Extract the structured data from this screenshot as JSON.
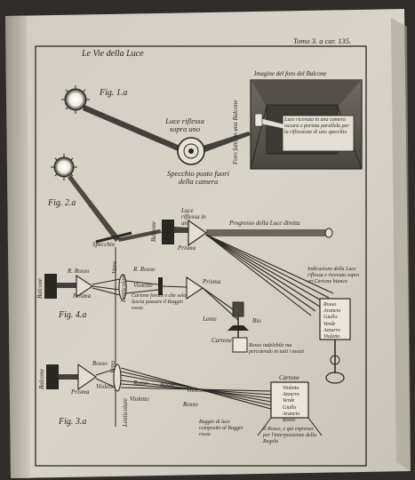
{
  "page": {
    "header_left": "Le Vie della Luce",
    "header_right": "Tomo 3. a car. 135."
  },
  "figures": {
    "fig1": {
      "label": "Fig. 1.a",
      "reflected_light": "Luce riflessa sopra uno",
      "mirror": "Specchio posto fuori della camera",
      "vertical_text": "Foro fatto in una Balcone",
      "inset_title": "Imagine del foro del Balcone",
      "inset_caption": "Luce ricevuta in una camera oscura e portata parallela per la riflessione di uno specchio"
    },
    "fig2": {
      "label": "Fig. 2.a",
      "mirror": "Specchio",
      "balcone": "Balcone",
      "light_reflected": "Luce riflessa in un",
      "prism": "Prisma",
      "progress": "Progresso della Luce diretta",
      "glass": "Vetro",
      "lenticular": "Lenticolare"
    },
    "fig4": {
      "label": "Fig. 4.a",
      "balcone": "Balcone",
      "red": "R. Rosso",
      "prism": "Prisma",
      "violet": "Violetto",
      "lenticular": "Lenticolare",
      "red2": "R. Rosso",
      "prism2": "Prisma",
      "cardboard": "Cartone forato e che solo lascia passare il Raggio rosso",
      "lens": "Lente",
      "bio": "Bio",
      "cardboard2": "Cartone",
      "red_indelible": "Rosso indelebile ma percotendo in tutti i mezzi",
      "light_indication": "Indicazione della Luce riflessa e ricevuta sopra un Cartone bianco",
      "colors_list": "Rosso Arancio Giallo Verde Azzurro Violetto"
    },
    "fig3": {
      "label": "Fig. 3.a",
      "balcone": "Balcone",
      "red": "Rosso",
      "prism": "Prisma",
      "violet": "Violetto",
      "glass": "Vetro",
      "lenticular": "Lenticolare",
      "red2": "Rosso",
      "violet2": "Violetto",
      "red3": "Rosso",
      "violet3": "Violetto",
      "red4": "Rosso",
      "cardboard": "Cartone",
      "colors_list": "Violetto Azzurro Verde Giallo Arancio Rosso",
      "note_left": "Raggio di luce composito al Raggio rosso",
      "note_right": "Il Rosso, e qui espresso per l'interposizione della Regola"
    }
  }
}
